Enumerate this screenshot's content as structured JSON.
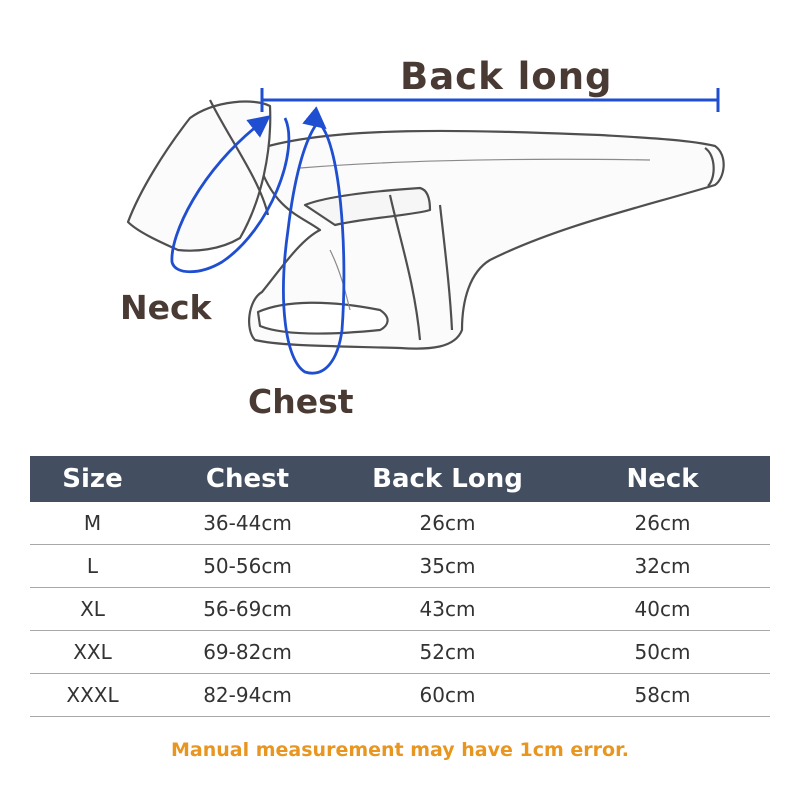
{
  "diagram": {
    "labels": {
      "back_long": "Back long",
      "neck": "Neck",
      "chest": "Chest"
    },
    "measure_color": "#1f4fd0",
    "label_color": "#4a3a34",
    "outline_color": "#555555"
  },
  "table": {
    "header_bg": "#434f60",
    "headers": [
      "Size",
      "Chest",
      "Back Long",
      "Neck"
    ],
    "rows": [
      [
        "M",
        "36-44cm",
        "26cm",
        "26cm"
      ],
      [
        "L",
        "50-56cm",
        "35cm",
        "32cm"
      ],
      [
        "XL",
        "56-69cm",
        "43cm",
        "40cm"
      ],
      [
        "XXL",
        "69-82cm",
        "52cm",
        "50cm"
      ],
      [
        "XXXL",
        "82-94cm",
        "60cm",
        "58cm"
      ]
    ]
  },
  "note": {
    "text": "Manual measurement may have 1cm error.",
    "color": "#e8961f"
  }
}
